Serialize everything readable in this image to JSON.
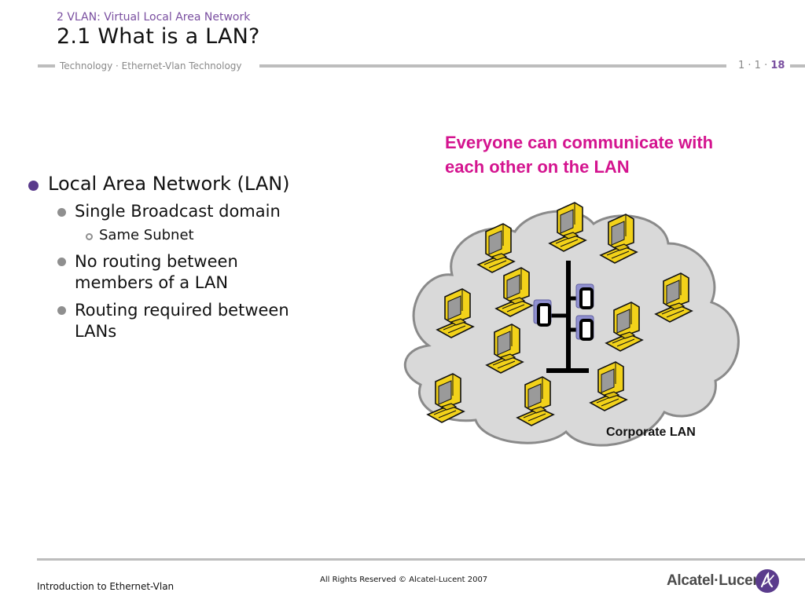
{
  "header": {
    "section": "2 VLAN: Virtual Local Area Network",
    "title": "2.1 What is a LAN?",
    "subtitle": "Technology · Ethernet-Vlan Technology",
    "page_prefix": "1 · 1 ·",
    "page_number": "18"
  },
  "bullets": {
    "lan": "Local Area Network (LAN)",
    "broadcast": "Single Broadcast domain",
    "subnet": "Same Subnet",
    "no_routing_1": "No routing between",
    "no_routing_2": "members of a LAN",
    "routing_1": "Routing required between",
    "routing_2": "LANs"
  },
  "diagram": {
    "callout_1": "Everyone can communicate with",
    "callout_2": "each other on the LAN",
    "label": "Corporate LAN",
    "cloud_color": "#d9d9d9",
    "computer_color": "#f2d21a",
    "switch_color": "#9090d0"
  },
  "footer": {
    "left": "Introduction to Ethernet-Vlan",
    "copyright": "All Rights Reserved © Alcatel-Lucent 2007",
    "brand": "Alcatel·Lucent"
  }
}
